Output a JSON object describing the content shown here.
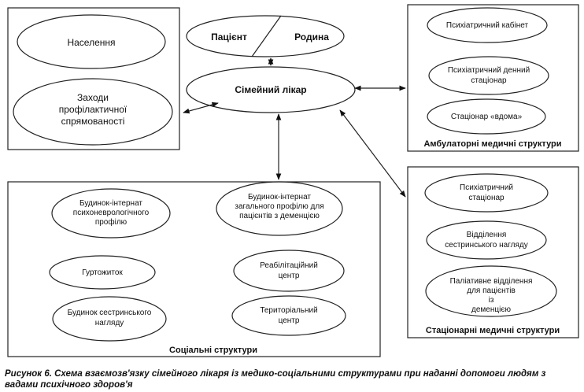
{
  "top": {
    "patient": "Пацієнт",
    "family": "Родина",
    "family_doctor": "Сімейний лікар"
  },
  "left_group": {
    "items": [
      "Населення",
      "Заходи профілактичної спрямованості"
    ]
  },
  "ambulatory": {
    "title": "Амбулаторні медичні структури",
    "items": [
      "Психіатричний кабінет",
      "Психіатричний денний стаціонар",
      "Стаціонар «вдома»"
    ]
  },
  "inpatient": {
    "title": "Стаціонарні медичні структури",
    "items": [
      "Психіатричний стаціонар",
      "Відділення сестринського нагляду",
      "Паліативне відділення для пацієнтів із деменцією"
    ]
  },
  "social": {
    "title": "Соціальні структури",
    "items": [
      "Будинок-інтернат психоневрологічного профілю",
      "Будинок-інтернат загального профілю для пацієнтів з деменцією",
      "Гуртожиток",
      "Реабілітаційний центр",
      "Будинок сестринського нагляду",
      "Територіальний центр"
    ]
  },
  "caption": "Рисунок 6. Схема взаємозв'язку сімейного лікаря із медико-соціальними структурами при наданні допомоги людям з вадами психічного здоров'я"
}
